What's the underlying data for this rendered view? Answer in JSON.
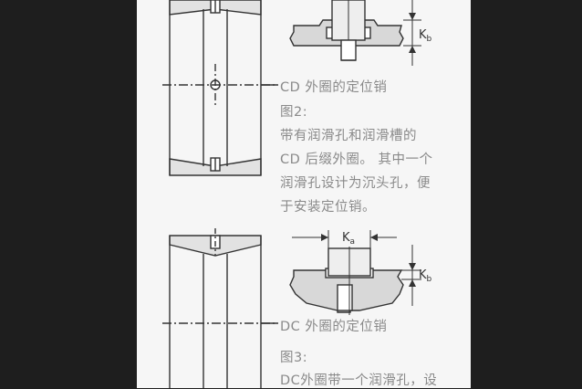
{
  "fig2": {
    "caption": "CD 外圈的定位销",
    "title": "图2:",
    "desc": [
      "带有润滑孔和润滑槽的",
      "CD 后缀外圈。 其中一个",
      "润滑孔设计为沉头孔，便",
      "于安装定位销。"
    ],
    "dim_kb": "K",
    "dim_kb_sub": "b"
  },
  "fig3": {
    "caption": "DC 外圈的定位销",
    "title": "图3:",
    "desc": [
      "DC外圈带一个润滑孔，设"
    ],
    "dim_ka": "K",
    "dim_ka_sub": "a",
    "dim_kb": "K",
    "dim_kb_sub": "b"
  }
}
